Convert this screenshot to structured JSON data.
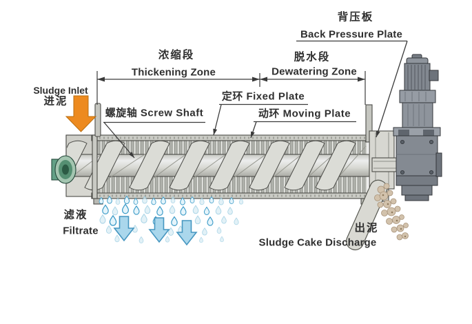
{
  "labels": {
    "back_pressure_plate_zh": "背压板",
    "back_pressure_plate_en": "Back Pressure Plate",
    "thickening_zone_zh": "浓缩段",
    "thickening_zone_en": "Thickening Zone",
    "dewatering_zone_zh": "脱水段",
    "dewatering_zone_en": "Dewatering Zone",
    "sludge_inlet_en": "Sludge Inlet",
    "sludge_inlet_zh": "进泥",
    "screw_shaft": "螺旋轴 Screw Shaft",
    "fixed_plate": "定环 Fixed Plate",
    "moving_plate": "动环 Moving Plate",
    "filtrate_zh": "滤液",
    "filtrate_en": "Filtrate",
    "sludge_discharge_zh": "出泥",
    "sludge_discharge_en": "Sludge Cake Discharge"
  },
  "icons": {
    "sludge_inlet_arrow": "orange-down-arrow",
    "filtrate_arrow": "blue-down-arrow",
    "filtrate_droplet": "water-droplet",
    "dimension_arrow": "double-headed-arrow",
    "leader_arrow": "arrowhead"
  },
  "colors": {
    "text_color": "#2f2f2f",
    "line_color": "#3a3a3a",
    "inlet_arrow_orange": "#ed8a1f",
    "filtrate_fill": "#aad7ec",
    "filtrate_stroke": "#4596c0",
    "droplet_fill": "#e4f4fb",
    "droplet_stroke": "#3e9cc8",
    "bearing_green_light": "#a3c5b0",
    "bearing_green_mid": "#558f72",
    "bearing_green_dark": "#2c5a44",
    "sludge_tan": "#d2c2ac",
    "machine_light_gray": "#d9d9d3",
    "machine_ring_gray": "#b0b2ac",
    "steel_gray": "#848a92"
  }
}
